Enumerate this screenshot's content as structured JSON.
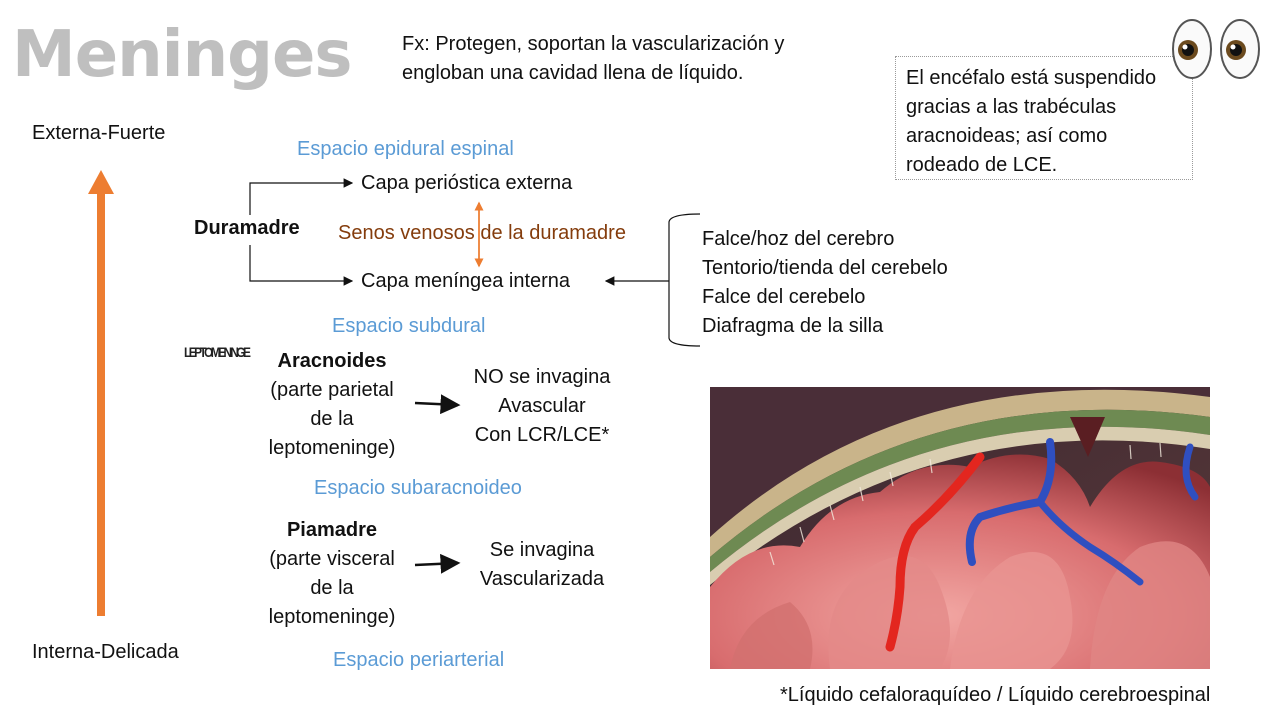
{
  "slide": {
    "title": "Meninges",
    "function_text": "Fx: Protegen, soportan la vascularización y engloban una cavidad llena de líquido.",
    "note_box": "El encéfalo está suspendido gracias a las trabéculas aracnoideas; así como rodeado de LCE.",
    "eyes_icon": "eyes-emoji-icon",
    "axis": {
      "top_label": "Externa-Fuerte",
      "bottom_label": "Interna-Delicada",
      "arrow_color": "#ed7d31"
    },
    "spaces": {
      "epidural": "Espacio epidural espinal",
      "subdural": "Espacio subdural",
      "subarachnoid": "Espacio subaracnoideo",
      "periarterial": "Espacio periarterial"
    },
    "duramadre": {
      "name": "Duramadre",
      "outer_layer": "Capa perióstica externa",
      "inner_layer": "Capa meníngea interna",
      "sinuses": "Senos venosos de la duramadre",
      "folds": [
        "Falce/hoz del cerebro",
        "Tentorio/tienda del cerebelo",
        "Falce del cerebelo",
        "Diafragma de la silla"
      ]
    },
    "leptomeninge_tag": "LEPTOMENINGE",
    "aracnoides": {
      "name": "Aracnoides",
      "desc_lines": [
        "(parte parietal",
        "de la",
        "leptomeninge)"
      ],
      "props": [
        "NO se invagina",
        "Avascular",
        "Con LCR/LCE*"
      ]
    },
    "piamadre": {
      "name": "Piamadre",
      "desc_lines": [
        "(parte visceral",
        "de la",
        "leptomeninge)"
      ],
      "props": [
        "Se invagina",
        "Vascularizada"
      ]
    },
    "footnote": "*Líquido cefaloraquídeo / Líquido cerebroespinal",
    "colors": {
      "title_gray": "#bfbfbf",
      "space_blue": "#5b9bd5",
      "sinus_brown": "#843c0c"
    }
  }
}
